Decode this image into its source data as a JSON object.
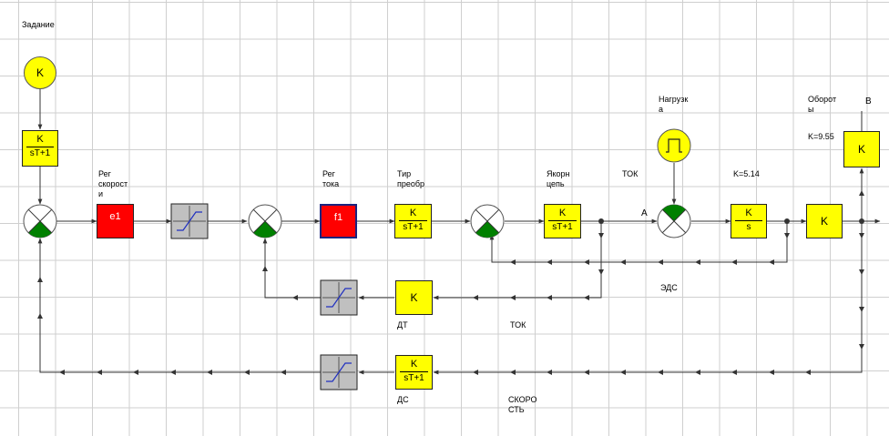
{
  "labels": {
    "zadanie": "Задание",
    "reg_skorosti": "Рег\nскорост\nи",
    "reg_toka": "Рег\nтока",
    "tir_preobr": "Тир\nпреобр",
    "yakorn_cep": "Якорн\nцепь",
    "tok_top": "ТОК",
    "nagruzka": "Нагрузк\nа",
    "oboroty": "Оборот\nы",
    "k_955": "K=9.55",
    "k_514": "K=5.14",
    "point_a": "A",
    "point_b": "B",
    "eds": "ЭДС",
    "dt": "ДТ",
    "tok_bottom": "ТОК",
    "ds": "ДС",
    "skorost": "СКОРО\nСТЬ"
  },
  "blocks": {
    "k_symbol": "K",
    "den_st1": "sT+1",
    "den_s": "s",
    "e1": "e1",
    "f1": "f1"
  },
  "colors": {
    "block_fill": "#ffff00",
    "regulator_fill": "#ff0000",
    "limiter_fill": "#c0c0c0",
    "summator_fill": "#008000",
    "wire": "#333333"
  }
}
